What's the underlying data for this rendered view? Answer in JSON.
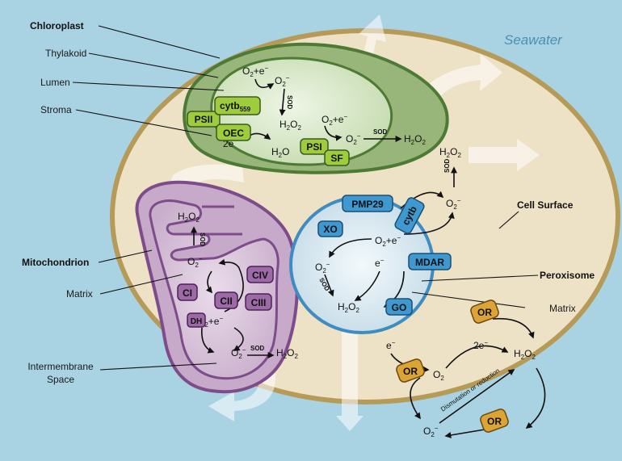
{
  "labels": {
    "seawater": "Seawater",
    "chloroplast": "Chloroplast",
    "thylakoid": "Thylakoid",
    "lumen": "Lumen",
    "stroma": "Stroma",
    "cell_surface": "Cell Surface",
    "mitochondrion": "Mitochondrion",
    "mito_matrix": "Matrix",
    "peroxisome": "Peroxisome",
    "perox_matrix": "Matrix",
    "intermembrane_1": "Intermembrane",
    "intermembrane_2": "Space"
  },
  "enzymes": {
    "psii": "PSII",
    "oec": "OEC",
    "cytb559": "cytb",
    "cytb559_sub": "559",
    "psi": "PSI",
    "sf": "SF",
    "pmp29": "PMP29",
    "xo": "XO",
    "cytb": "cytb",
    "mdar": "MDAR",
    "go": "GO",
    "ci": "CI",
    "cii": "CII",
    "ciii": "CIII",
    "civ": "CIV",
    "dh": "DH",
    "or": "OR"
  },
  "chem": {
    "o2": "O",
    "o2_sub": "2",
    "plus_e": "+e",
    "e": "e",
    "minus": "−",
    "h": "H",
    "h2o2_o": "O",
    "h2o_o": "O",
    "two": "2",
    "two_e": "2e",
    "sod": "SOD",
    "dismutation": "Dismutation or reduction"
  },
  "colors": {
    "seawater": "#a9d3e3",
    "cell": "#ede2c6",
    "cell_border": "#b69a58",
    "chloroplast": "#98b57a",
    "chloroplast_border": "#4d7a34",
    "thylakoid": "#d4e4c0",
    "enzyme_green": "#9fcc3c",
    "mitochondrion": "#c7aac9",
    "mito_border": "#7d4c8a",
    "enzyme_purple": "#9c6aa6",
    "peroxisome": "#cfe2ec",
    "perox_border": "#3f8cc0",
    "enzyme_blue": "#3f98cf",
    "enzyme_or": "#dca436"
  }
}
